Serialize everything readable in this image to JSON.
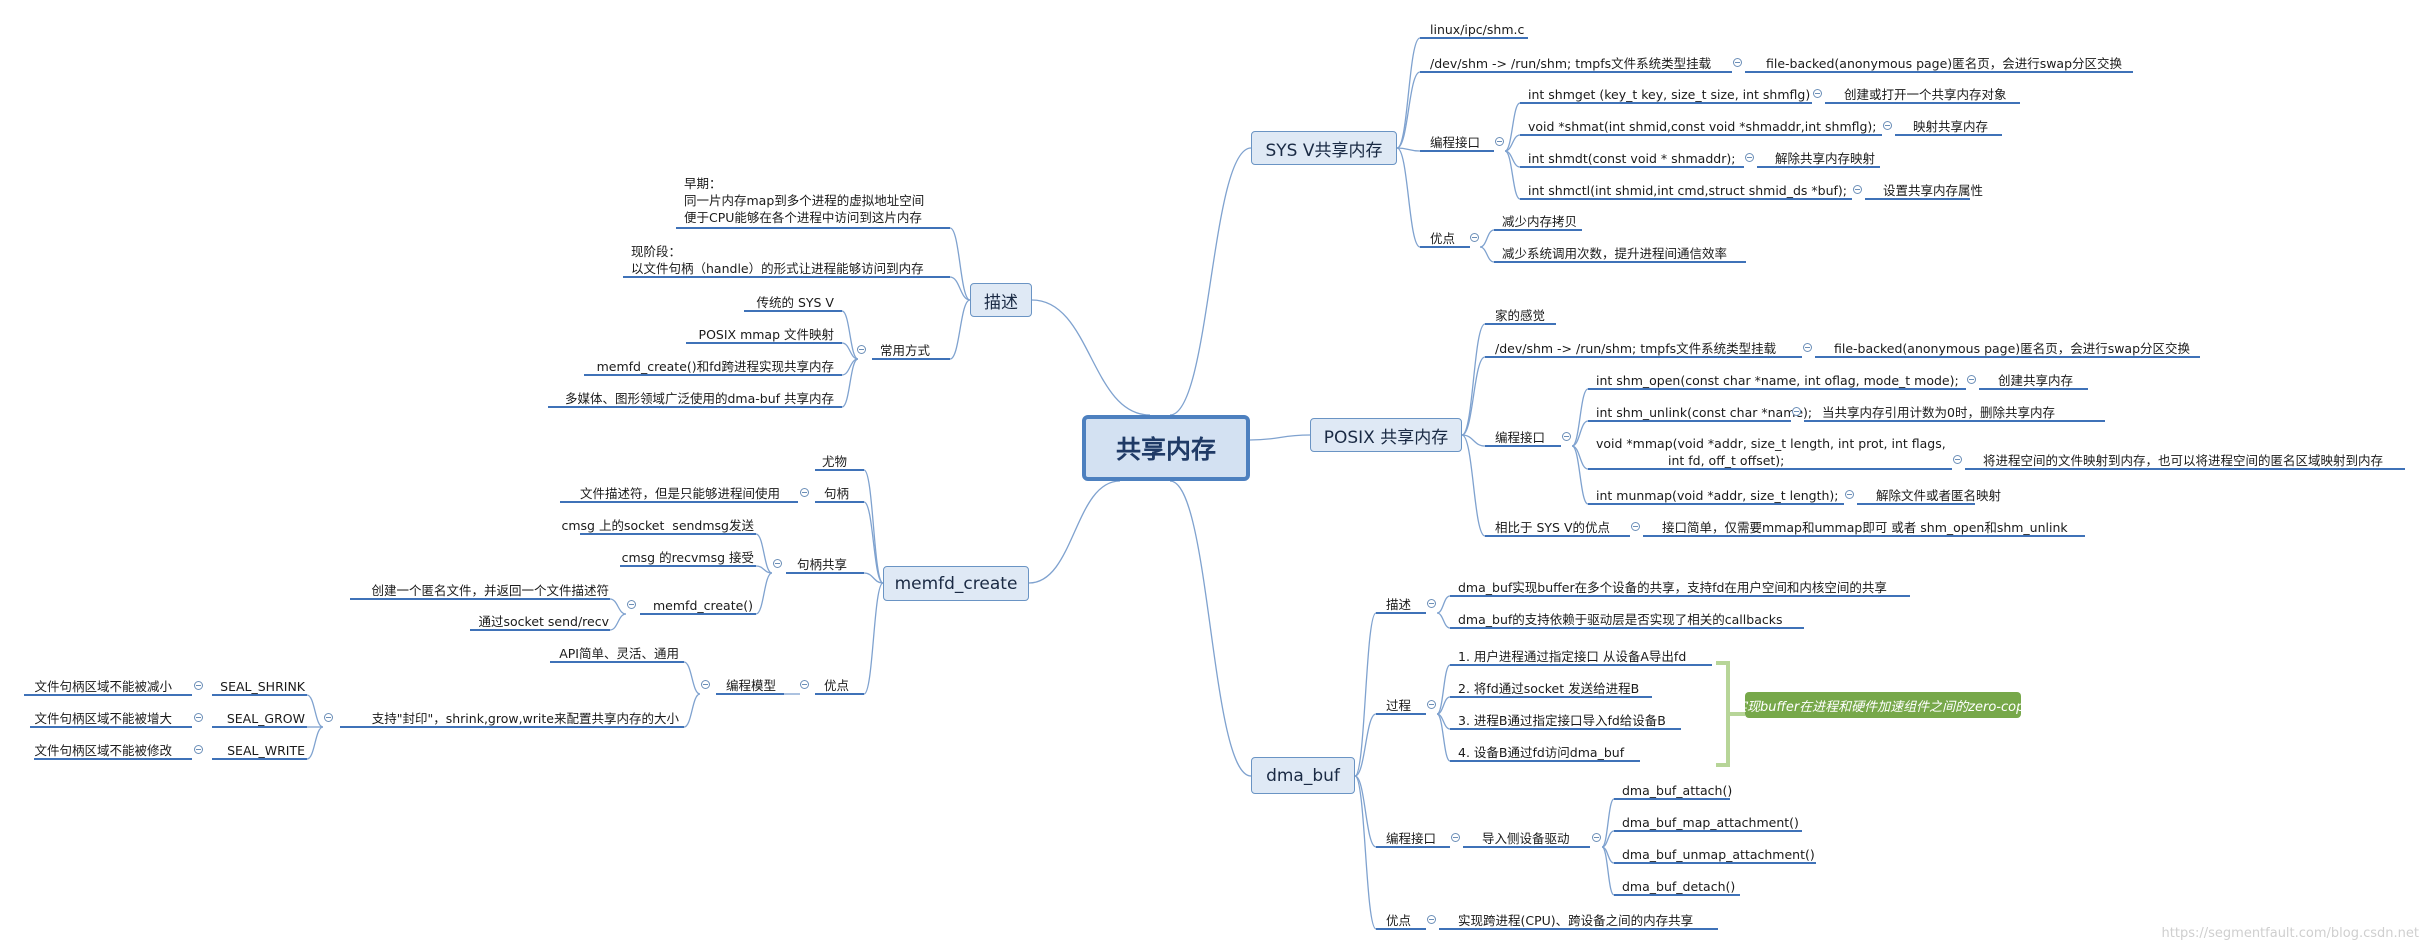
{
  "root": {
    "label": "共享内存"
  },
  "colors": {
    "line": "#3f72b8",
    "branch": "#7fa2cf",
    "node_fill": "#dfe9f5",
    "node_border": "#6a94c4",
    "callout": "#77a84a",
    "bracket": "#b7d598"
  },
  "sysv": {
    "title": "SYS V共享内存",
    "src": "linux/ipc/shm.c",
    "devshm": "/dev/shm -> /run/shm; tmpfs文件系统类型挂载",
    "devshm_note": "file-backed(anonymous page)匿名页，会进行swap分区交换",
    "api_label": "编程接口",
    "api": [
      {
        "sig": "int shmget (key_t key, size_t size, int shmflg)",
        "note": "创建或打开一个共享内存对象"
      },
      {
        "sig": "void *shmat(int shmid,const void *shmaddr,int shmflg);",
        "note": "映射共享内存"
      },
      {
        "sig": "int shmdt(const void * shmaddr);",
        "note": "解除共享内存映射"
      },
      {
        "sig": "int shmctl(int shmid,int cmd,struct shmid_ds *buf);",
        "note": "设置共享内存属性"
      }
    ],
    "adv_label": "优点",
    "adv": [
      "减少内存拷贝",
      "减少系统调用次数，提升进程间通信效率"
    ]
  },
  "posix": {
    "title": "POSIX 共享内存",
    "feel": "家的感觉",
    "devshm": "/dev/shm -> /run/shm; tmpfs文件系统类型挂载",
    "devshm_note": "file-backed(anonymous page)匿名页，会进行swap分区交换",
    "api_label": "编程接口",
    "api": [
      {
        "sig": "int shm_open(const char *name, int oflag, mode_t mode);",
        "note": "创建共享内存"
      },
      {
        "sig": "int shm_unlink(const char *name);",
        "note": "当共享内存引用计数为0时，删除共享内存"
      },
      {
        "sig1": "void *mmap(void *addr, size_t length, int prot, int flags,",
        "sig2": "int fd, off_t offset);",
        "note": "将进程空间的文件映射到内存，也可以将进程空间的匿名区域映射到内存"
      },
      {
        "sig": "int munmap(void *addr, size_t length);",
        "note": "解除文件或者匿名映射"
      }
    ],
    "cmp_label": "相比于 SYS V的优点",
    "cmp_note": "接口简单，仅需要mmap和ummap即可 或者 shm_open和shm_unlink"
  },
  "dmabuf": {
    "title": "dma_buf",
    "desc_label": "描述",
    "desc": [
      "dma_buf实现buffer在多个设备的共享，支持fd在用户空间和内核空间的共享",
      "dma_buf的支持依赖于驱动层是否实现了相关的callbacks"
    ],
    "proc_label": "过程",
    "proc": [
      "1. 用户进程通过指定接口 从设备A导出fd",
      "2. 将fd通过socket 发送给进程B",
      "3. 进程B通过指定接口导入fd给设备B",
      "4. 设备B通过fd访问dma_buf"
    ],
    "callout": "实现buffer在进程和硬件加速组件之间的zero-copy",
    "api_label": "编程接口",
    "import_label": "导入侧设备驱动",
    "api": [
      "dma_buf_attach()",
      "dma_buf_map_attachment()",
      "dma_buf_unmap_attachment()",
      "dma_buf_detach()"
    ],
    "adv_label": "优点",
    "adv": "实现跨进程(CPU)、跨设备之间的内存共享"
  },
  "desc": {
    "title": "描述",
    "early1": "早期：",
    "early2": "同一片内存map到多个进程的虚拟地址空间",
    "early3": "便于CPU能够在各个进程中访问到这片内存",
    "now1": "现阶段：",
    "now2": "以文件句柄（handle）的形式让进程能够访问到内存",
    "common_label": "常用方式",
    "common": [
      "传统的 SYS V",
      "POSIX mmap 文件映射",
      "memfd_create()和fd跨进程实现共享内存",
      "多媒体、图形领域广泛使用的dma-buf 共享内存"
    ]
  },
  "memfd": {
    "title": "memfd_create",
    "thing": "尤物",
    "handle_label": "句柄",
    "handle_note": "文件描述符，但是只能够进程间使用",
    "share_label": "句柄共享",
    "share": [
      "cmsg 上的socket  sendmsg发送",
      "cmsg 的recvmsg 接受"
    ],
    "create_label": "memfd_create()",
    "create": [
      "创建一个匿名文件，并返回一个文件描述符",
      "通过socket send/recv"
    ],
    "adv_label": "优点",
    "model_label": "编程模型",
    "model": "API简单、灵活、通用",
    "seal": "支持\"封印\"，shrink,grow,write来配置共享内存的大小",
    "seals": [
      {
        "name": "SEAL_SHRINK",
        "note": "文件句柄区域不能被减小"
      },
      {
        "name": "SEAL_GROW",
        "note": "文件句柄区域不能被增大"
      },
      {
        "name": "SEAL_WRITE",
        "note": "文件句柄区域不能被修改"
      }
    ]
  },
  "watermark": "https://segmentfault.com/blog.csdn.net"
}
